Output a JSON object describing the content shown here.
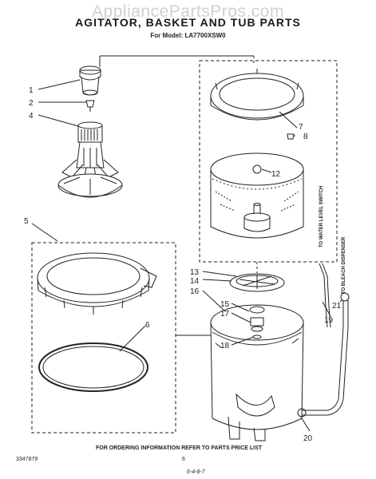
{
  "watermark": "AppliancePartsPros.com",
  "title": "AGITATOR, BASKET AND TUB PARTS",
  "model_line": "For Model: LA7700XSW0",
  "callouts": [
    "1",
    "2",
    "4",
    "5",
    "6",
    "7",
    "8",
    "12",
    "13",
    "14",
    "16",
    "15",
    "17",
    "18",
    "19",
    "21",
    "20"
  ],
  "side_labels": {
    "water_level": "TO WATER LEVEL SWITCH",
    "bleach": "TO BLEACH DISPENSER"
  },
  "footer": {
    "doc_number": "3347879",
    "page_number": "6",
    "ordering_note": "FOR ORDERING INFORMATION REFER TO PARTS PRICE LIST",
    "date_code": "6-4-8-7"
  },
  "colors": {
    "ink": "#222222",
    "paper": "#ffffff"
  }
}
